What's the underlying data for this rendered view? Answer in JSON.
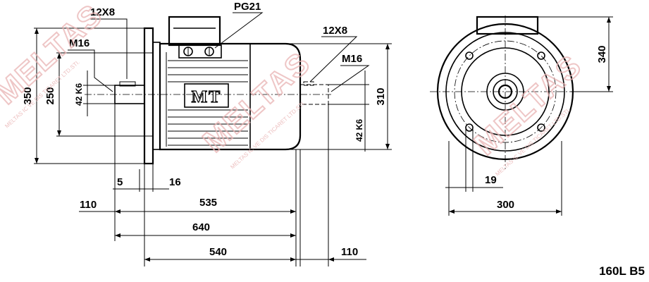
{
  "drawing": {
    "model_label": "160L B5",
    "nameplate_logo": "MT",
    "watermark": {
      "brand": "MELTAS",
      "tagline": "MELTAS IC VE DIS TICARET LTD.STI."
    },
    "dimensions": {
      "flange_height": "350",
      "spigot_dia": "250",
      "shaft_dia": "42 K6",
      "thread_left": "M16",
      "key_left": "12X8",
      "cable_gland": "PG21",
      "key_right": "12X8",
      "thread_right": "M16",
      "shaft_dia_right": "42 K6",
      "frame_height": "310",
      "flange_step": "5",
      "flange_thickness": "16",
      "shaft_length_left": "110",
      "body_length": "535",
      "overall_length": "640",
      "length_540": "540",
      "shaft_length_right": "110",
      "end_height": "340",
      "hole_dia": "19",
      "pcd": "300"
    }
  }
}
